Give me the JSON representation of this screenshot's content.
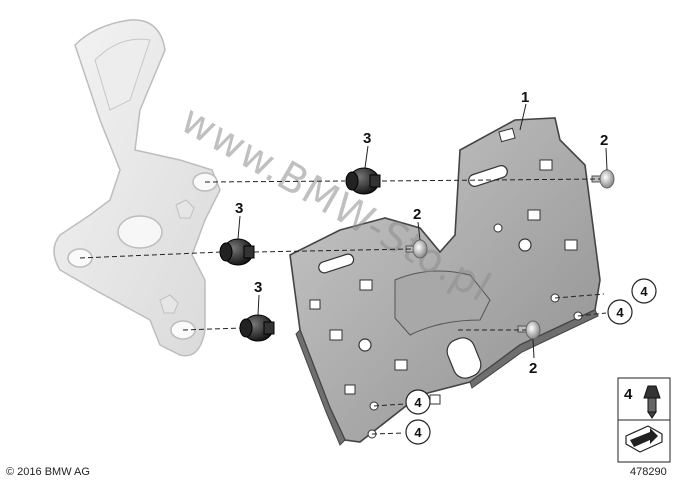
{
  "watermark": "www.BMW-Sto.pl",
  "callouts": {
    "c1": "1",
    "c2a": "2",
    "c2b": "2",
    "c2c": "2",
    "c3a": "3",
    "c3b": "3",
    "c3c": "3",
    "c4a": "4",
    "c4b": "4",
    "c4c": "4",
    "c4d": "4"
  },
  "legend": {
    "number": "4"
  },
  "footer": {
    "copyright": "© 2016 BMW AG",
    "diagram_number": "478290"
  }
}
